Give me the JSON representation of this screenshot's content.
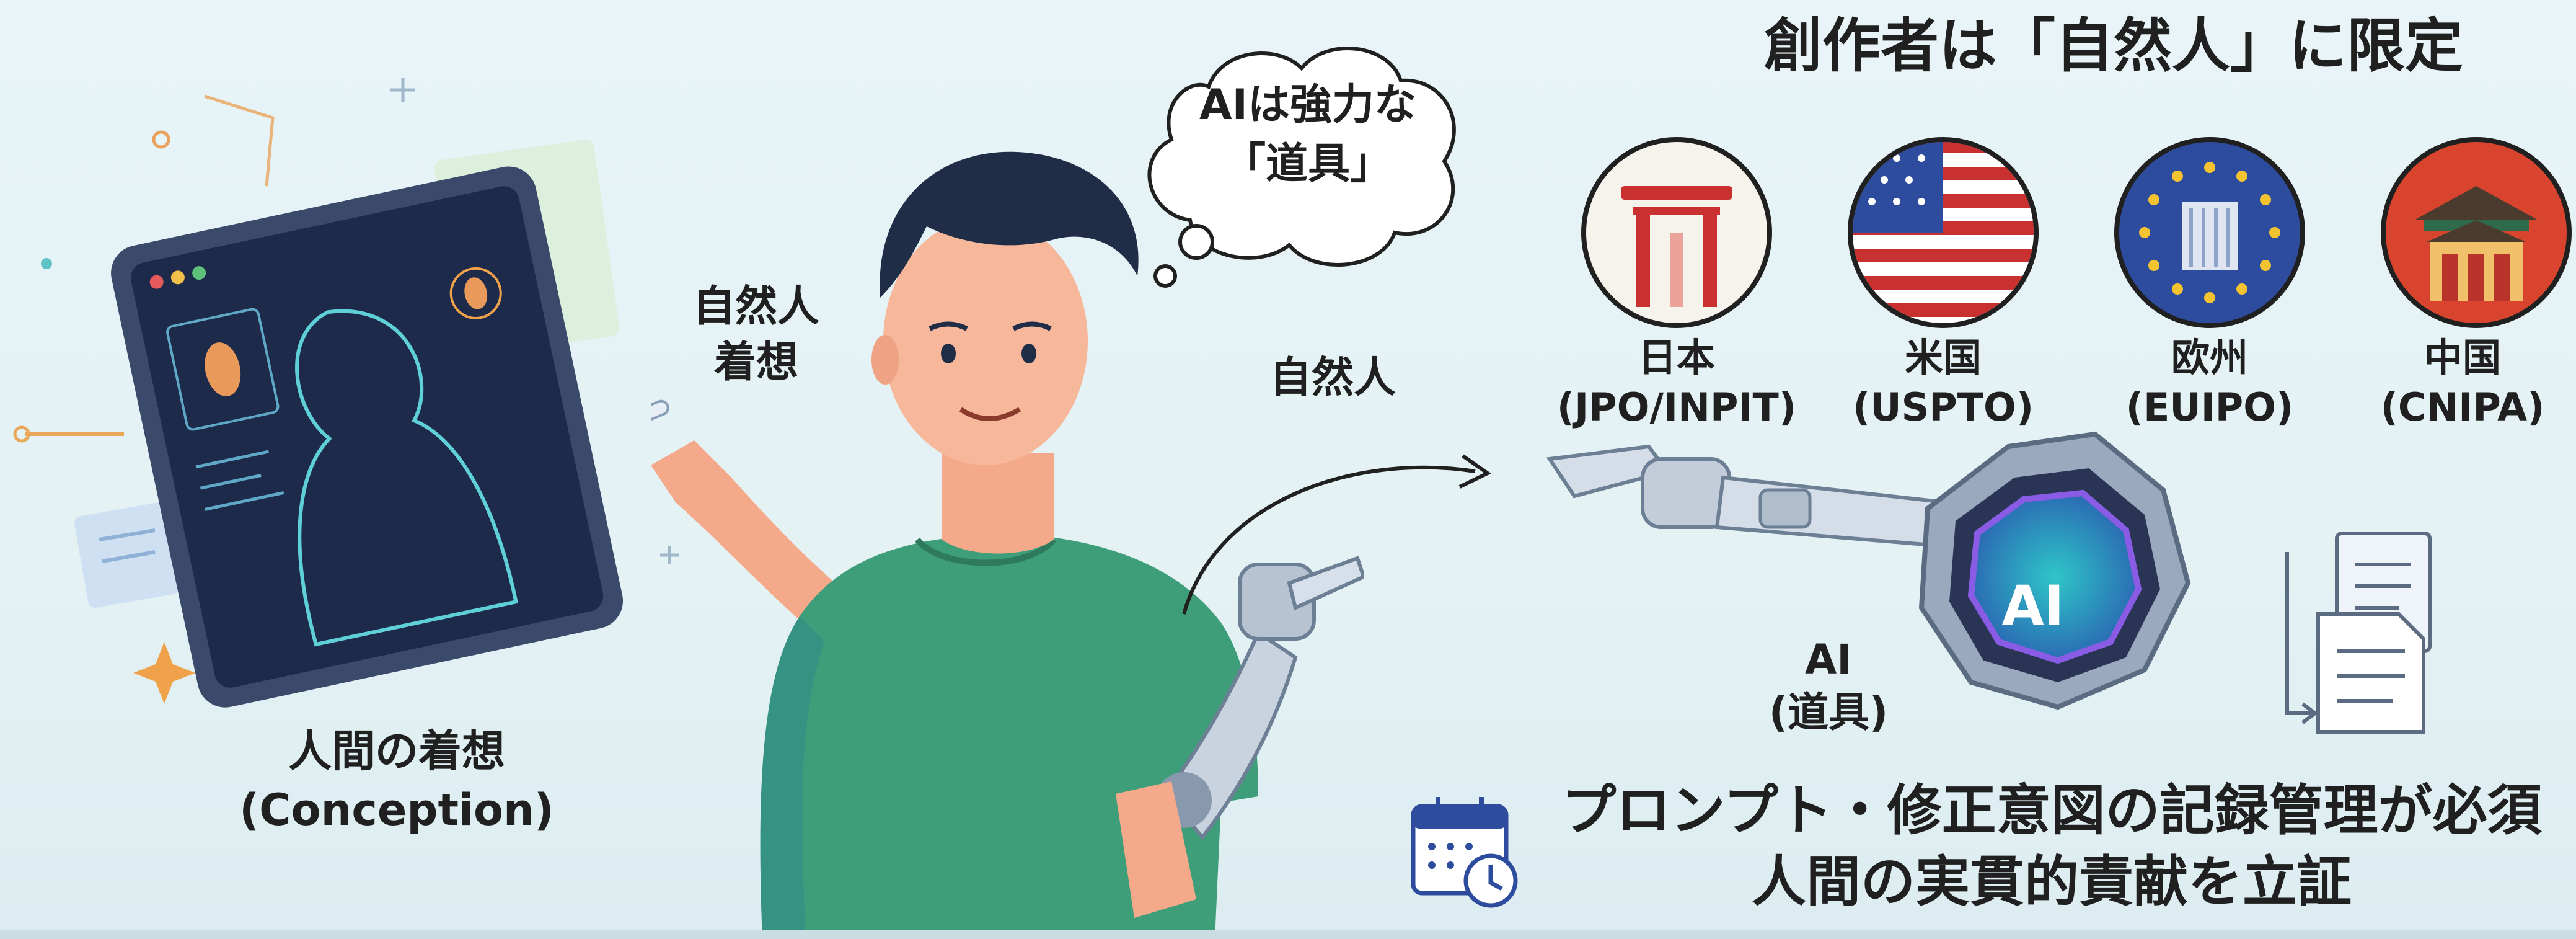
{
  "title": "創作者は「自然人」に限定",
  "thought_bubble": {
    "line1": "AIは強力な",
    "line2": "「道具」"
  },
  "natural_person_conception": {
    "line1": "自然人",
    "line2": "着想"
  },
  "natural_person_arrow_label": "自然人",
  "ai_label": {
    "line1": "AI",
    "line2": "(道具)"
  },
  "ai_chip_text": "AI",
  "human_conception": {
    "line1": "人間の着想",
    "line2": "(Conception)"
  },
  "offices": [
    {
      "name": "日本",
      "code": "(JPO/INPIT)",
      "icon": "torii-gate-icon"
    },
    {
      "name": "米国",
      "code": "(USPTO)",
      "icon": "us-flag-icon"
    },
    {
      "name": "欧州",
      "code": "(EUIPO)",
      "icon": "eu-flag-icon"
    },
    {
      "name": "中国",
      "code": "(CNIPA)",
      "icon": "chinese-palace-icon"
    }
  ],
  "record_note": {
    "line1": "プロンプト・修正意図の記録管理が必須",
    "line2": "人間の実貫的責献を立証"
  },
  "colors": {
    "shirt": "#3f9e7a",
    "tablet_frame": "#3b4a6b",
    "ai_core": "#2ec6c8",
    "flag_red": "#c8312f",
    "eu_blue": "#2d4c9e",
    "china_red": "#d8442e"
  }
}
